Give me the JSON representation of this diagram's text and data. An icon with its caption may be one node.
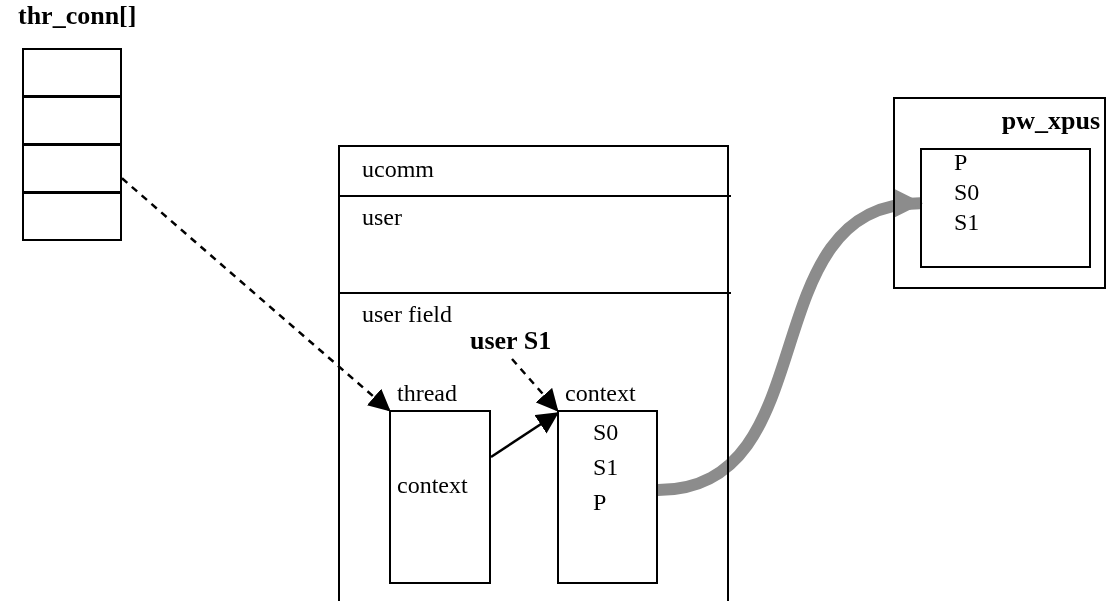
{
  "diagram": {
    "nodes": [
      {
        "text": [
          "thr_conn[]"
        ]
      },
      {
        "text": [],
        "shape": "box",
        "in": 0
      },
      {
        "text": [],
        "shape": "box",
        "in": 0
      },
      {
        "text": [],
        "shape": "box",
        "in": 0
      },
      {
        "text": [],
        "shape": "box",
        "in": 0
      },
      {
        "text": [],
        "shape": "box"
      },
      {
        "text": [
          "ucomm"
        ],
        "in": 5
      },
      {
        "text": [
          "user"
        ],
        "in": 5
      },
      {
        "text": [
          "user field"
        ],
        "in": 5
      },
      {
        "text": [
          "user S1"
        ],
        "in": 8
      },
      {
        "text": [
          "thread",
          "context"
        ],
        "in": 8
      },
      {
        "text": [
          "context",
          "S0",
          "S1",
          "P"
        ],
        "in": 8
      },
      {
        "text": [
          "pw_xpus"
        ]
      },
      {
        "text": [
          "P",
          "S0",
          "S1"
        ],
        "in": 12
      }
    ],
    "edges": [
      {
        "from": 3,
        "to": 10,
        "arrow": "to",
        "style": "dashed"
      },
      {
        "from": 9,
        "to": 11,
        "arrow": "to",
        "style": "dashed"
      },
      {
        "from": 10,
        "to": 11,
        "arrow": "to"
      },
      {
        "from": 11,
        "to": 13,
        "arrow": "to",
        "style": "thick",
        "color": "#8c8c8c"
      }
    ]
  }
}
